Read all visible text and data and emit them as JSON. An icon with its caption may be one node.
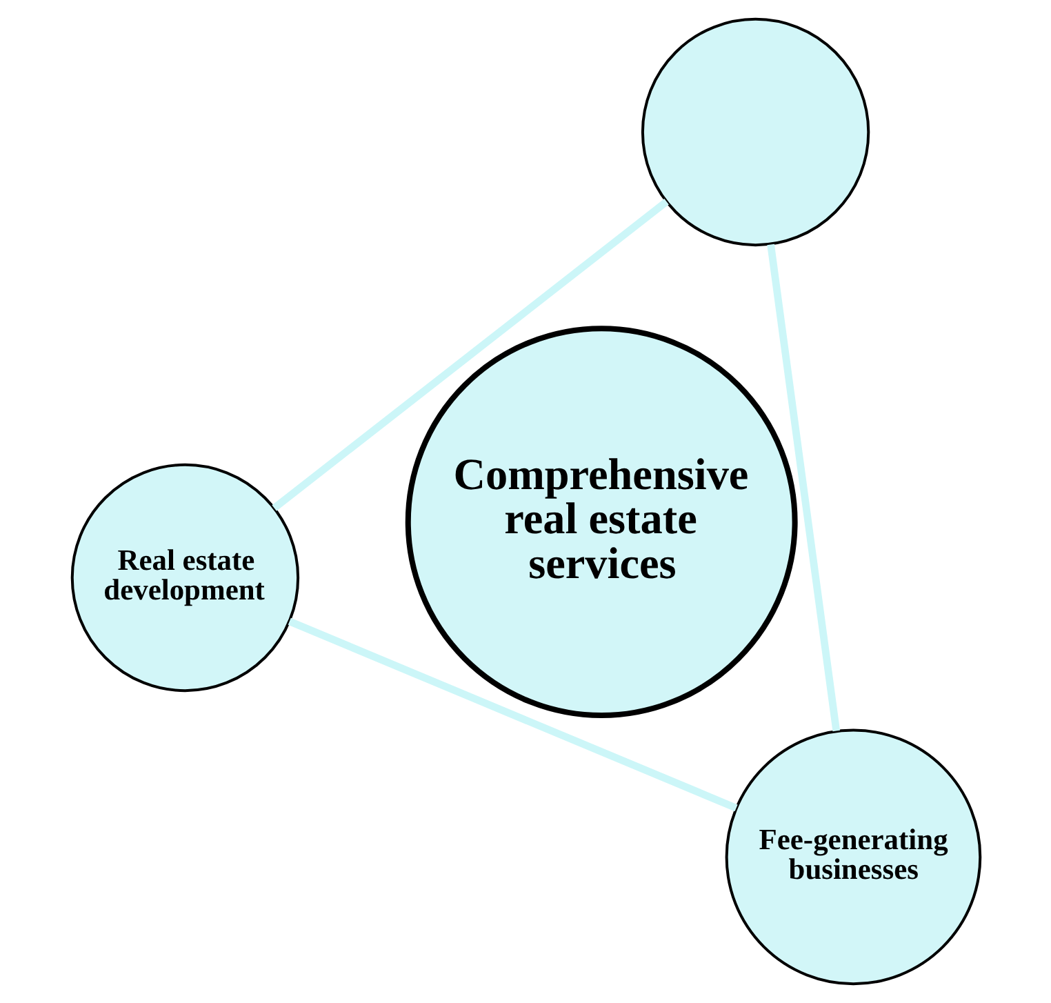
{
  "diagram": {
    "nodes": [
      {
        "text": [
          "Real estate development"
        ]
      },
      {
        "text": [
          "Comprehensive real estate services"
        ]
      },
      {
        "text": [
          "Fee-generating businesses"
        ]
      },
      {
        "text": [],
        "shape": "circle"
      }
    ],
    "edges": [
      {
        "from": 0,
        "to": 3,
        "arrow": "none"
      },
      {
        "from": 3,
        "to": 2,
        "arrow": "none"
      },
      {
        "from": 2,
        "to": 0,
        "arrow": "none"
      }
    ]
  }
}
